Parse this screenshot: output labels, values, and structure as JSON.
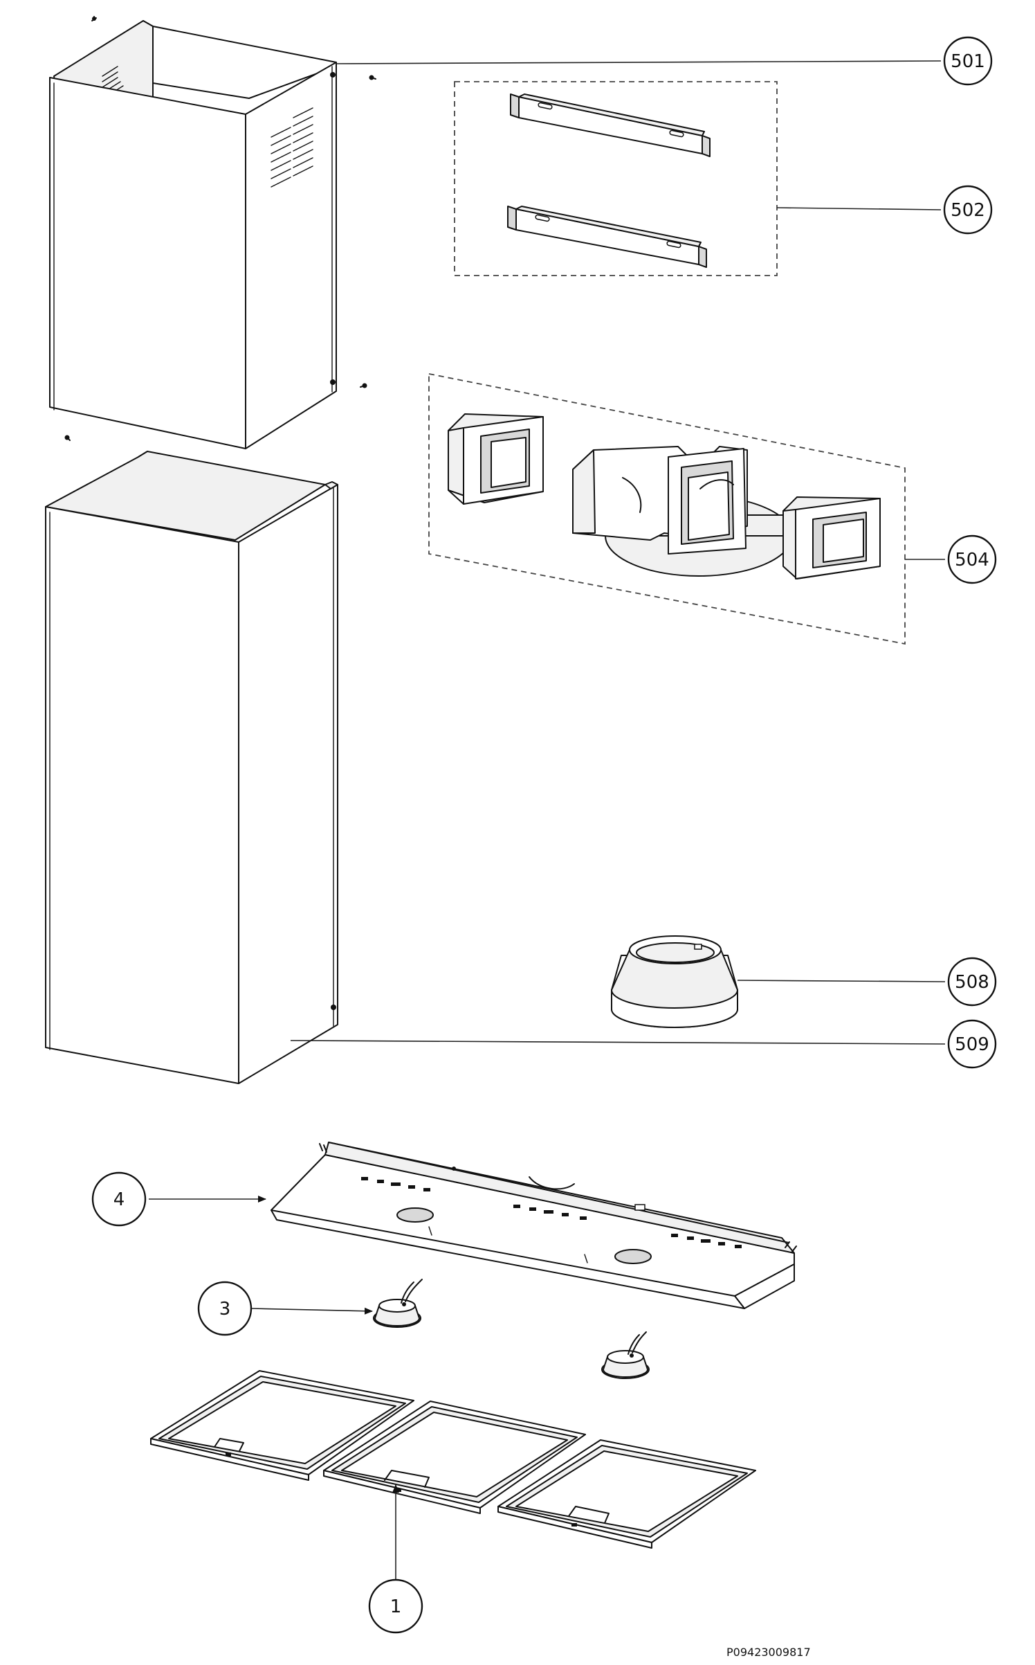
{
  "callouts": [
    {
      "id": "501",
      "label": "501"
    },
    {
      "id": "502",
      "label": "502"
    },
    {
      "id": "504",
      "label": "504"
    },
    {
      "id": "508",
      "label": "508"
    },
    {
      "id": "509",
      "label": "509"
    },
    {
      "id": "4",
      "label": "4"
    },
    {
      "id": "3",
      "label": "3"
    },
    {
      "id": "1",
      "label": "1"
    }
  ],
  "drawing_code": "P09423009817"
}
